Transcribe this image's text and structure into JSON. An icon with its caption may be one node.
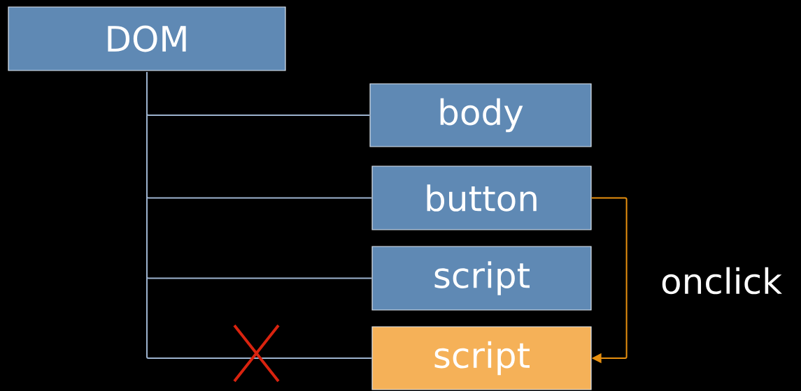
{
  "diagram": {
    "nodes": [
      {
        "text": [
          "DOM"
        ]
      },
      {
        "text": [
          "body"
        ]
      },
      {
        "text": [
          "button"
        ]
      },
      {
        "text": [
          "script"
        ]
      },
      {
        "text": [
          "script"
        ]
      }
    ],
    "edges": [
      {
        "from": 0,
        "to": 1,
        "arrow": "none"
      },
      {
        "from": 0,
        "to": 2,
        "arrow": "none"
      },
      {
        "from": 0,
        "to": 3,
        "arrow": "none"
      },
      {
        "from": 0,
        "to": 4,
        "arrow": "none"
      },
      {
        "from": 2,
        "to": 4,
        "arrow": "to",
        "label": "onclick",
        "color": "#e8900f"
      }
    ]
  }
}
